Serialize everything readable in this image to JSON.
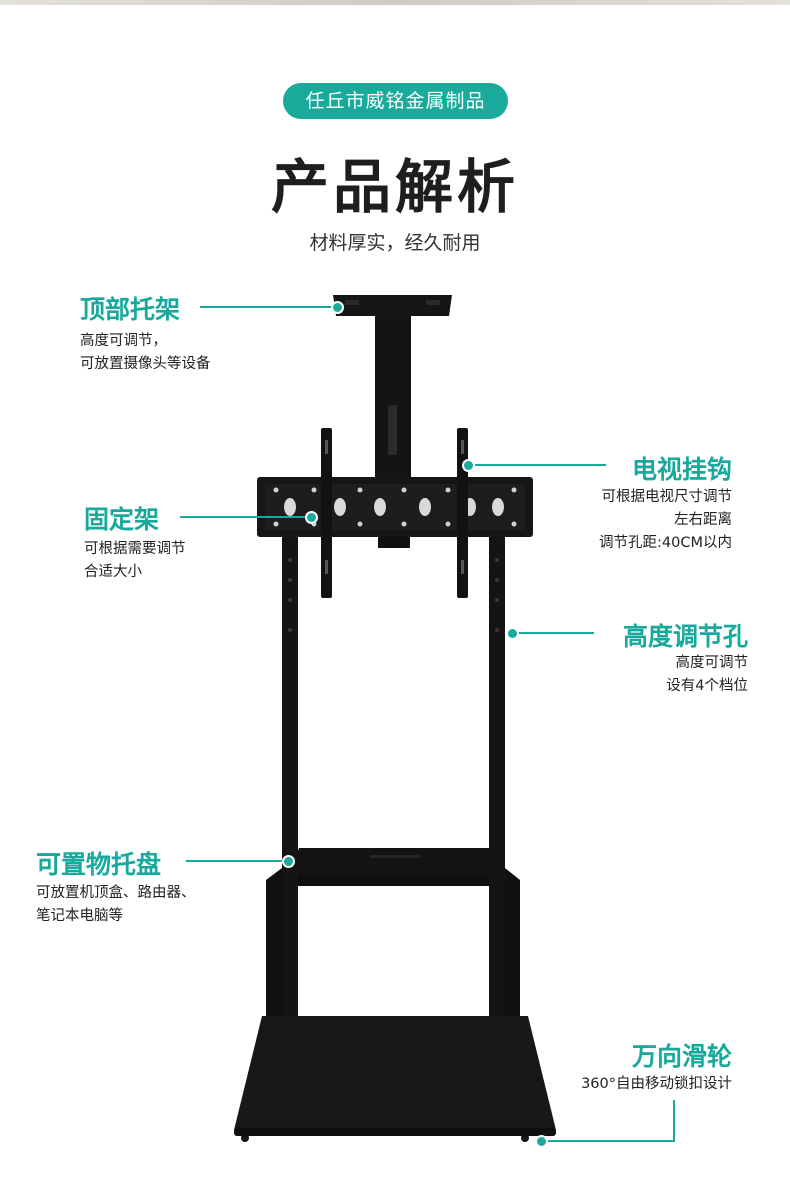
{
  "badge": "任丘市威铭金属制品",
  "title": "产品解析",
  "subtitle": "材料厚实，经久耐用",
  "features": {
    "top_bracket": {
      "label": "顶部托架",
      "lines": [
        "高度可调节，",
        "可放置摄像头等设备"
      ]
    },
    "tv_hook": {
      "label": "电视挂钩",
      "lines": [
        "可根据电视尺寸调节",
        "左右距离",
        "调节孔距:40CM以内"
      ]
    },
    "fixed_frame": {
      "label": "固定架",
      "lines": [
        "可根据需要调节",
        "合适大小"
      ]
    },
    "height_holes": {
      "label": "高度调节孔",
      "lines": [
        "高度可调节",
        "设有4个档位"
      ]
    },
    "tray": {
      "label": "可置物托盘",
      "lines": [
        "可放置机顶盒、路由器、",
        "笔记本电脑等"
      ]
    },
    "casters": {
      "label": "万向滑轮",
      "lines": [
        "360°自由移动锁扣设计"
      ]
    }
  },
  "colors": {
    "accent": "#1aaa9c",
    "product": "#141414",
    "text": "#222222"
  }
}
